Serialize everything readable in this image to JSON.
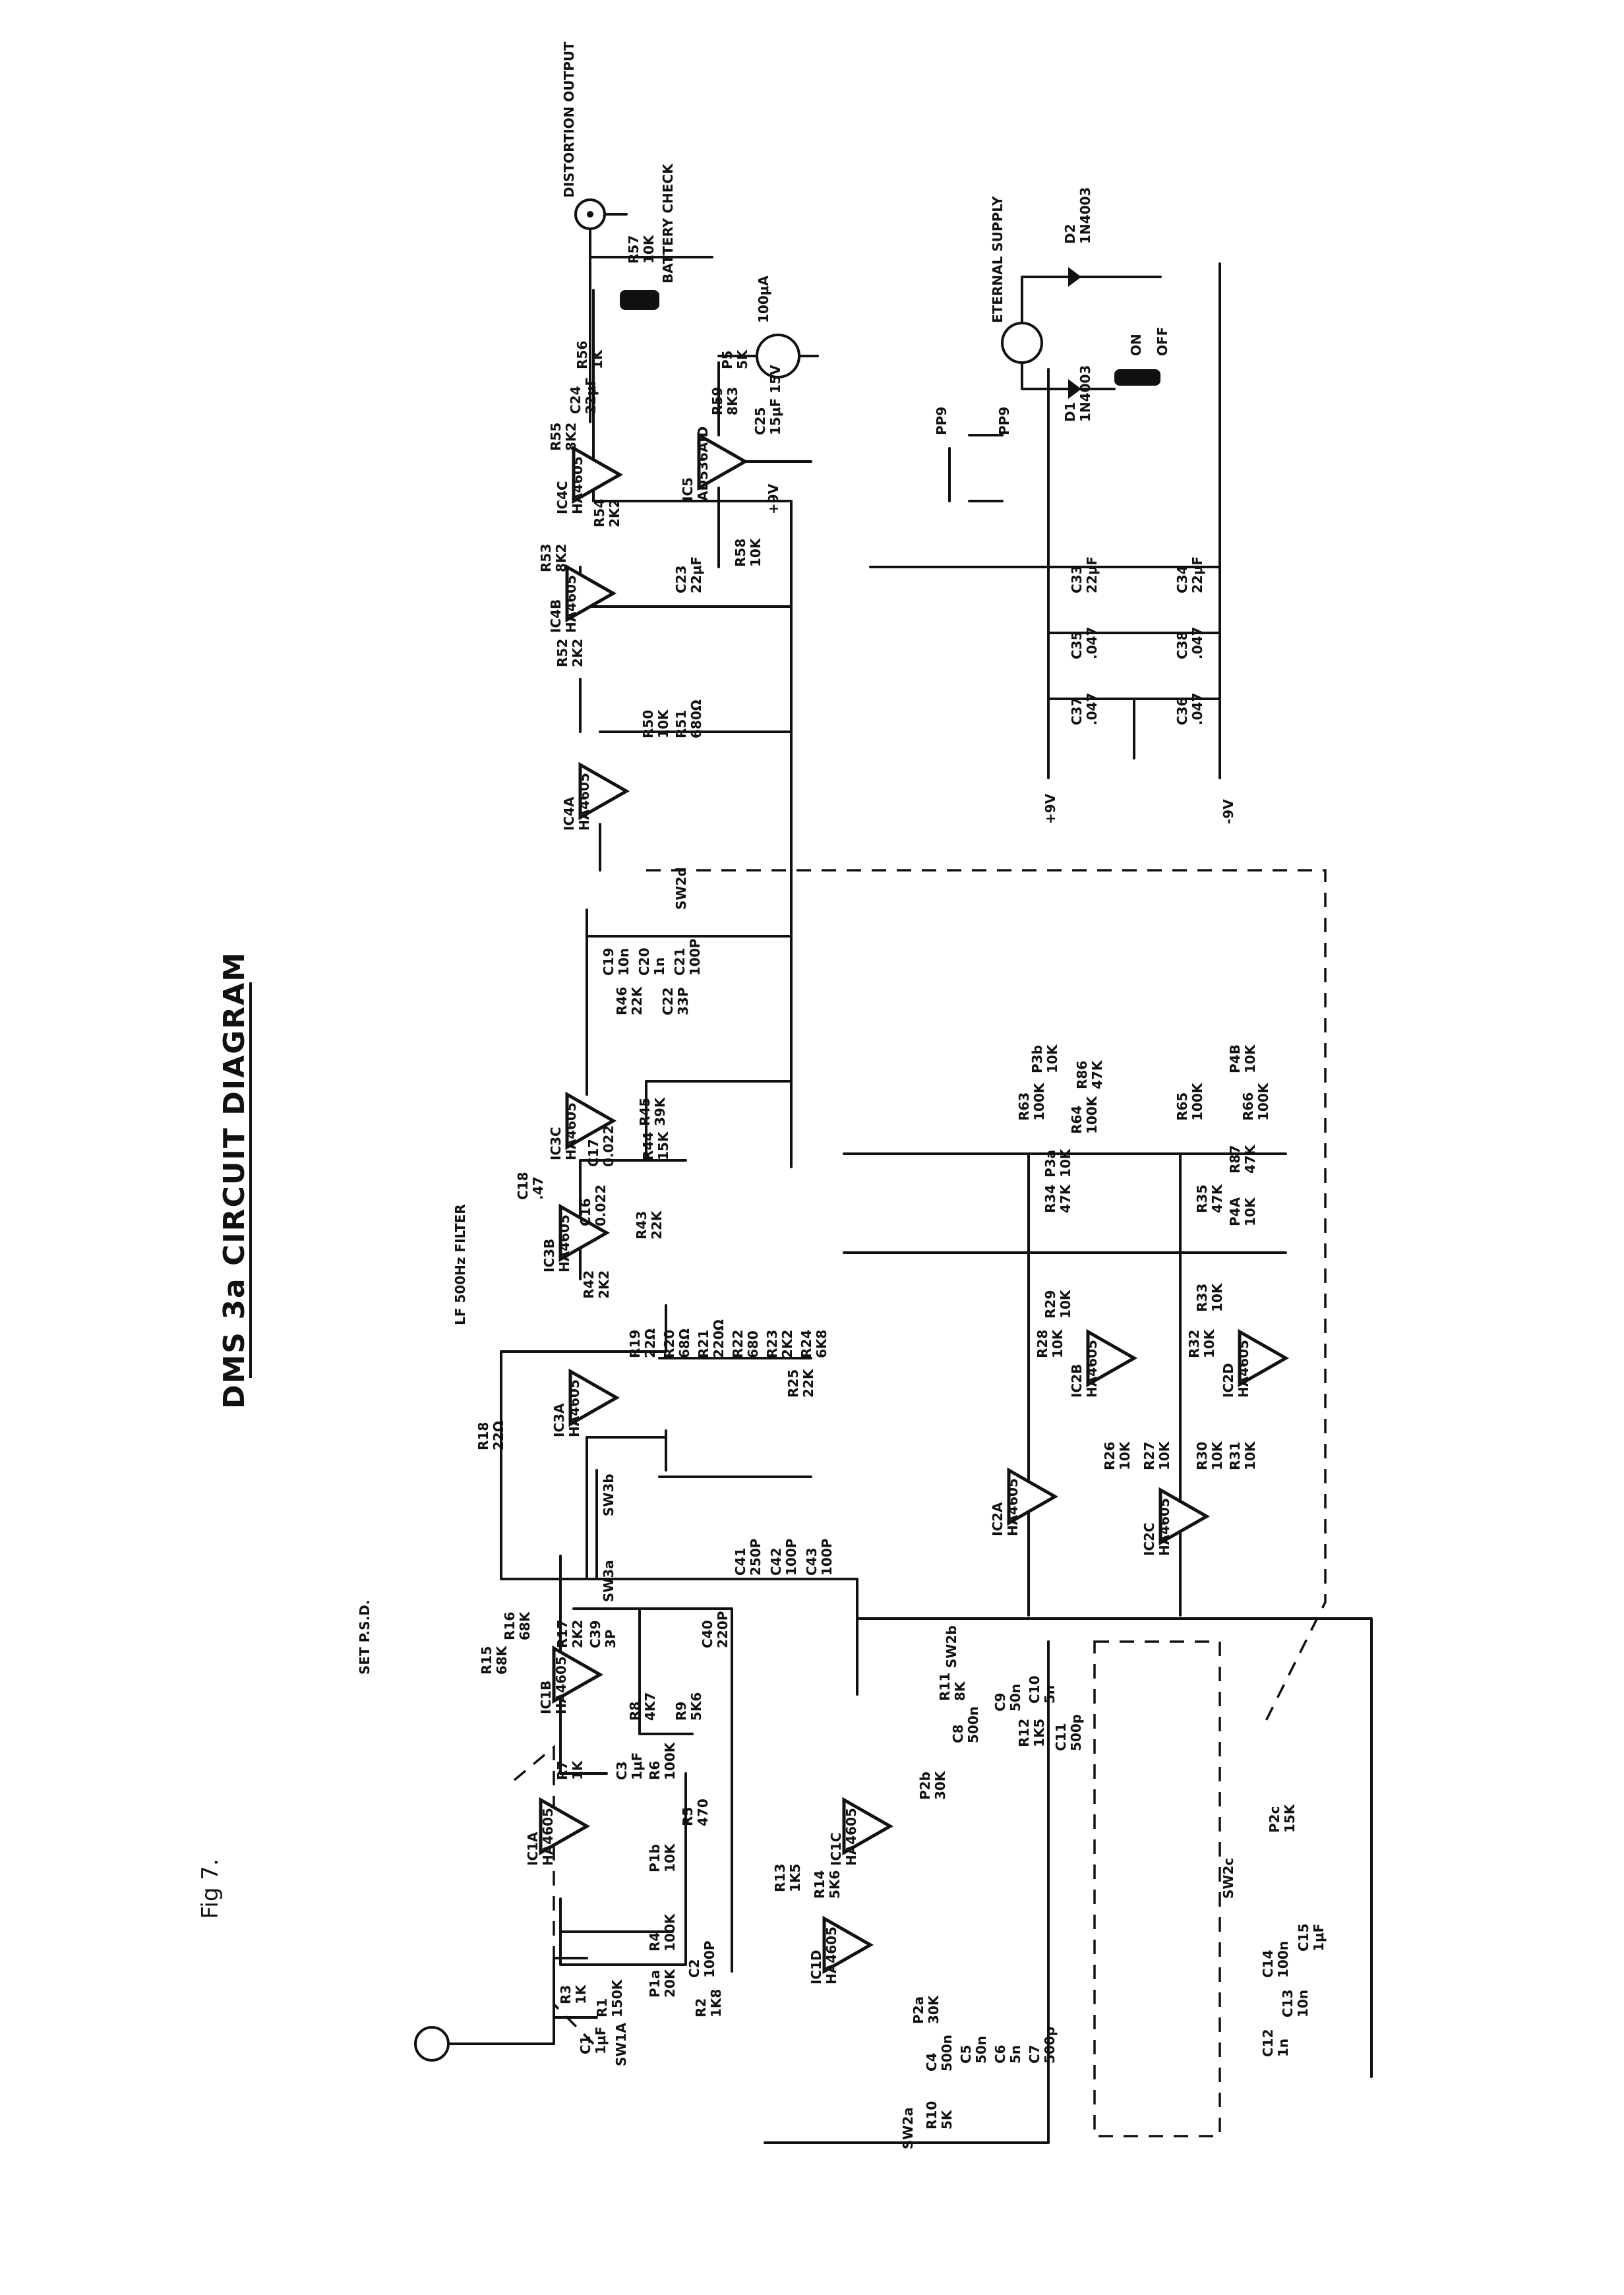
{
  "document": {
    "title": "DMS 3a CIRCUIT DIAGRAM",
    "figure_label": "Fig 7.",
    "orientation": "rotated 90 degrees counter-clockwise"
  },
  "connectors": {
    "distortion_output": "DISTORTION OUTPUT",
    "external_supply": "ETERNAL SUPPLY",
    "battery_check": "BATTERY CHECK",
    "meter": "100μA",
    "on": "ON",
    "off": "OFF",
    "lf_filter": "LF 500Hz FILTER",
    "set_psd": "SET P.S.D.",
    "plus9v": "+9V",
    "minus9v": "-9V",
    "plus9v_ic5": "+9V"
  },
  "ics": [
    {
      "ref": "IC1A",
      "part": "HA4605"
    },
    {
      "ref": "IC1B",
      "part": "HA4605"
    },
    {
      "ref": "IC1C",
      "part": "HA4605"
    },
    {
      "ref": "IC1D",
      "part": "HA4605"
    },
    {
      "ref": "IC2A",
      "part": "HA4605"
    },
    {
      "ref": "IC2B",
      "part": "HA4605"
    },
    {
      "ref": "IC2C",
      "part": "HA4605"
    },
    {
      "ref": "IC2D",
      "part": "HA4605"
    },
    {
      "ref": "IC3A",
      "part": "HA4605"
    },
    {
      "ref": "IC3B",
      "part": "HA4605"
    },
    {
      "ref": "IC3C",
      "part": "HA4605"
    },
    {
      "ref": "IC4A",
      "part": "HA4605"
    },
    {
      "ref": "IC4B",
      "part": "HA4605"
    },
    {
      "ref": "IC4C",
      "part": "HA4605"
    },
    {
      "ref": "IC5",
      "part": "AD536AJD"
    }
  ],
  "resistors": [
    {
      "ref": "R1",
      "value": "150K"
    },
    {
      "ref": "R2",
      "value": "1K8"
    },
    {
      "ref": "R3",
      "value": "1K"
    },
    {
      "ref": "R4",
      "value": "100K"
    },
    {
      "ref": "R5",
      "value": "470"
    },
    {
      "ref": "R6",
      "value": "100K"
    },
    {
      "ref": "R7",
      "value": "1K"
    },
    {
      "ref": "R8",
      "value": "4K7"
    },
    {
      "ref": "R9",
      "value": "5K6"
    },
    {
      "ref": "R10",
      "value": "5K"
    },
    {
      "ref": "R11",
      "value": "8K"
    },
    {
      "ref": "R12",
      "value": "1K5"
    },
    {
      "ref": "R13",
      "value": "1K5"
    },
    {
      "ref": "R14",
      "value": "5K6"
    },
    {
      "ref": "R15",
      "value": "68K"
    },
    {
      "ref": "R16",
      "value": "68K"
    },
    {
      "ref": "R17",
      "value": "2K2"
    },
    {
      "ref": "R18",
      "value": "22Ω"
    },
    {
      "ref": "R19",
      "value": "22Ω"
    },
    {
      "ref": "R20",
      "value": "68Ω"
    },
    {
      "ref": "R21",
      "value": "220Ω"
    },
    {
      "ref": "R22",
      "value": "680"
    },
    {
      "ref": "R23",
      "value": "2K2"
    },
    {
      "ref": "R24",
      "value": "6K8"
    },
    {
      "ref": "R25",
      "value": "22K"
    },
    {
      "ref": "R26",
      "value": "10K"
    },
    {
      "ref": "R27",
      "value": "10K"
    },
    {
      "ref": "R28",
      "value": "10K"
    },
    {
      "ref": "R29",
      "value": "10K"
    },
    {
      "ref": "R30",
      "value": "10K"
    },
    {
      "ref": "R31",
      "value": "10K"
    },
    {
      "ref": "R32",
      "value": "10K"
    },
    {
      "ref": "R33",
      "value": "10K"
    },
    {
      "ref": "R34",
      "value": "47K"
    },
    {
      "ref": "R35",
      "value": "47K"
    },
    {
      "ref": "R42",
      "value": "2K2"
    },
    {
      "ref": "R43",
      "value": "22K"
    },
    {
      "ref": "R44",
      "value": "15K"
    },
    {
      "ref": "R45",
      "value": "39K"
    },
    {
      "ref": "R46",
      "value": "22K"
    },
    {
      "ref": "R50",
      "value": "10K"
    },
    {
      "ref": "R51",
      "value": "680Ω"
    },
    {
      "ref": "R52",
      "value": "2K2"
    },
    {
      "ref": "R53",
      "value": "8K2"
    },
    {
      "ref": "R54",
      "value": "2K2"
    },
    {
      "ref": "R55",
      "value": "8K2"
    },
    {
      "ref": "R56",
      "value": "1K"
    },
    {
      "ref": "R57",
      "value": "10K"
    },
    {
      "ref": "R58",
      "value": "10K"
    },
    {
      "ref": "R59",
      "value": "8K3"
    },
    {
      "ref": "R63",
      "value": "100K"
    },
    {
      "ref": "R64",
      "value": "100K"
    },
    {
      "ref": "R65",
      "value": "100K"
    },
    {
      "ref": "R66",
      "value": "100K"
    },
    {
      "ref": "R86",
      "value": "47K"
    },
    {
      "ref": "R87",
      "value": "47K"
    }
  ],
  "pots": [
    {
      "ref": "P1a",
      "value": "20K"
    },
    {
      "ref": "P1b",
      "value": "10K"
    },
    {
      "ref": "P2a",
      "value": "30K"
    },
    {
      "ref": "P2b",
      "value": "30K"
    },
    {
      "ref": "P2c",
      "value": "15K"
    },
    {
      "ref": "P3a",
      "value": "10K"
    },
    {
      "ref": "P3b",
      "value": "10K"
    },
    {
      "ref": "P4A",
      "value": "10K"
    },
    {
      "ref": "P4B",
      "value": "10K"
    },
    {
      "ref": "P5",
      "value": "5K"
    }
  ],
  "capacitors": [
    {
      "ref": "C1",
      "value": "1μF"
    },
    {
      "ref": "C2",
      "value": "100P"
    },
    {
      "ref": "C3",
      "value": "1μF"
    },
    {
      "ref": "C4",
      "value": "500n"
    },
    {
      "ref": "C5",
      "value": "50n"
    },
    {
      "ref": "C6",
      "value": "5n"
    },
    {
      "ref": "C7",
      "value": "500p"
    },
    {
      "ref": "C8",
      "value": "500n"
    },
    {
      "ref": "C9",
      "value": "50n"
    },
    {
      "ref": "C10",
      "value": "5n"
    },
    {
      "ref": "C11",
      "value": "500p"
    },
    {
      "ref": "C12",
      "value": "1n"
    },
    {
      "ref": "C13",
      "value": "10n"
    },
    {
      "ref": "C14",
      "value": "100n"
    },
    {
      "ref": "C15",
      "value": "1μF"
    },
    {
      "ref": "C16",
      "value": "0.022"
    },
    {
      "ref": "C17",
      "value": "0.022"
    },
    {
      "ref": "C18",
      "value": ".47"
    },
    {
      "ref": "C19",
      "value": "10n"
    },
    {
      "ref": "C20",
      "value": "1n"
    },
    {
      "ref": "C21",
      "value": "100P"
    },
    {
      "ref": "C22",
      "value": "33P"
    },
    {
      "ref": "C23",
      "value": "22μF"
    },
    {
      "ref": "C24",
      "value": "22μF"
    },
    {
      "ref": "C25",
      "value": "15μF 15V"
    },
    {
      "ref": "C33",
      "value": "22μF"
    },
    {
      "ref": "C34",
      "value": "22μF"
    },
    {
      "ref": "C35",
      "value": ".047"
    },
    {
      "ref": "C36",
      "value": ".047"
    },
    {
      "ref": "C37",
      "value": ".047"
    },
    {
      "ref": "C38",
      "value": ".047"
    },
    {
      "ref": "C39",
      "value": "3P"
    },
    {
      "ref": "C40",
      "value": "220P"
    },
    {
      "ref": "C41",
      "value": "250P"
    },
    {
      "ref": "C42",
      "value": "100P"
    },
    {
      "ref": "C43",
      "value": "100P"
    }
  ],
  "diodes": [
    {
      "ref": "D1",
      "value": "1N4003"
    },
    {
      "ref": "D2",
      "value": "1N4003"
    }
  ],
  "batteries": [
    "PP9",
    "PP9"
  ],
  "switches": [
    "SW1A",
    "SW2a",
    "SW2b",
    "SW2c",
    "SW2d",
    "SW3a",
    "SW3b"
  ]
}
